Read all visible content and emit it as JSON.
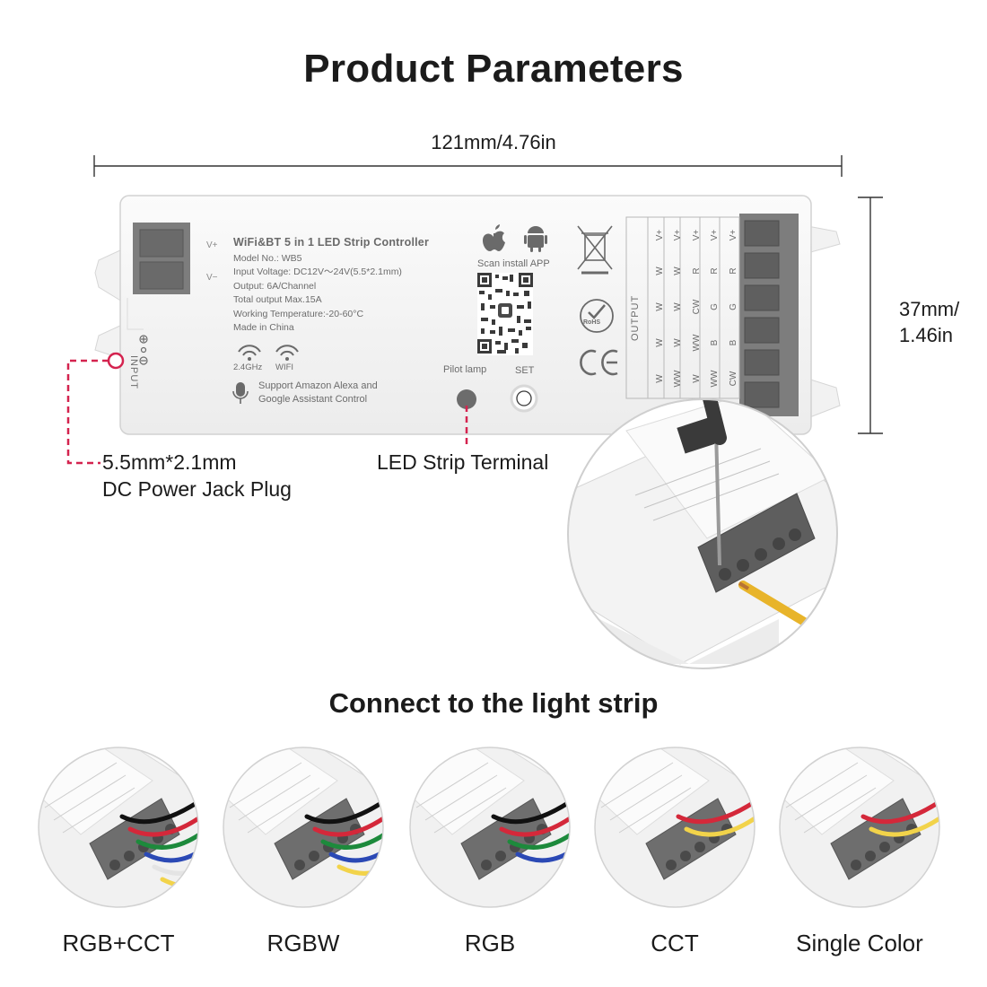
{
  "header": {
    "title": "Product Parameters"
  },
  "dimensions": {
    "width_label": "121mm/4.76in",
    "height_label_line1": "37mm/",
    "height_label_line2": "1.46in"
  },
  "device": {
    "name": "WiFi&BT  5 in 1  LED Strip Controller",
    "specs": [
      "Model No.: WB5",
      "Input Voltage: DC12V～24V(5.5*2.1mm)",
      "Output: 6A/Channel",
      "Total output Max.15A",
      "Working Temperature:-20-60°C",
      "Made in China"
    ],
    "input_side_label": "INPUT",
    "terminal_vplus": "V+",
    "terminal_vminus": "V−",
    "wifi_24ghz_label": "2.4GHz",
    "wifi_label": "WIFI",
    "voice_support_line1": "Support Amazon Alexa and",
    "voice_support_line2": "Google Assistant Control",
    "scan_label": "Scan install APP",
    "pilot_lamp_label": "Pilot lamp",
    "set_label": "SET",
    "output_label": "OUTPUT",
    "output_table": [
      [
        "W",
        "W",
        "W",
        "W",
        "V+"
      ],
      [
        "WW",
        "W",
        "W",
        "W",
        "V+"
      ],
      [
        "W",
        "WW",
        "CW",
        "R",
        "V+"
      ],
      [
        "WW",
        "B",
        "G",
        "R",
        "V+"
      ],
      [
        "CW",
        "B",
        "G",
        "R",
        "V+"
      ]
    ],
    "rohs_label": "RoHS",
    "ce_label": "CE"
  },
  "callouts": {
    "power_line1": "5.5mm*2.1mm",
    "power_line2": "DC Power Jack Plug",
    "led_terminal": "LED Strip Terminal"
  },
  "connect_section": {
    "title": "Connect to the light strip",
    "modes": [
      {
        "label": "RGB+CCT",
        "wires": [
          "#111111",
          "#d4283a",
          "#1d8a3c",
          "#2b49b5",
          "#f0f0f0",
          "#f2d34a"
        ]
      },
      {
        "label": "RGBW",
        "wires": [
          "#111111",
          "#d4283a",
          "#1d8a3c",
          "#2b49b5",
          "#f2d34a"
        ]
      },
      {
        "label": "RGB",
        "wires": [
          "#111111",
          "#d4283a",
          "#1d8a3c",
          "#2b49b5"
        ]
      },
      {
        "label": "CCT",
        "wires": [
          "#d4283a",
          "#f2d34a"
        ]
      },
      {
        "label": "Single Color",
        "wires": [
          "#d4283a",
          "#f2d34a"
        ]
      }
    ]
  },
  "colors": {
    "callout_red": "#d4234f",
    "terminal_gray": "#7d7d7d",
    "body_white": "#f6f6f6",
    "text_dark": "#1b1b1b"
  }
}
